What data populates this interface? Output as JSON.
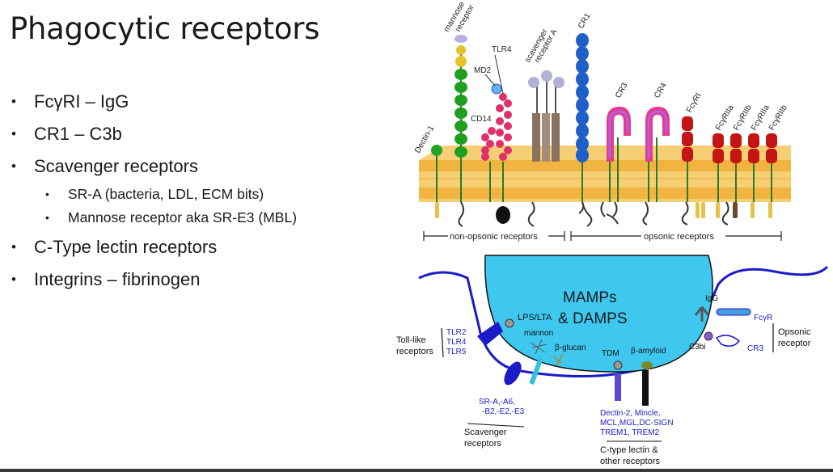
{
  "title": "Phagocytic receptors",
  "bullets": [
    {
      "level": 1,
      "text": "FcγRI – IgG"
    },
    {
      "level": 1,
      "text": "CR1 – C3b"
    },
    {
      "level": 1,
      "text": "Scavenger receptors"
    },
    {
      "level": 2,
      "text": "SR-A (bacteria, LDL, ECM bits)"
    },
    {
      "level": 2,
      "text": "Mannose receptor aka SR-E3 (MBL)"
    },
    {
      "level": 1,
      "text": "C-Type lectin receptors"
    },
    {
      "level": 1,
      "text": "Integrins – fibrinogen"
    }
  ],
  "figure_top": {
    "labels": {
      "mannose": "mannose",
      "mannose_receptor": "receptor",
      "tlr4": "TLR4",
      "scavenger": "scavenger",
      "receptor_a": "receptor A",
      "cr1": "CR1",
      "md2": "MD2",
      "cd14": "CD14",
      "dectin1": "Dectin-1",
      "cr3": "CR3",
      "cr4": "CR4",
      "fcgri": "FcγRI",
      "fcgriia": "FcγRIIa",
      "fcgriib": "FcγRIIb",
      "fcgriia2": "FcγRIIa",
      "fcgriib2": "FcγRIIb"
    },
    "non_opsonic": "non-opsonic receptors",
    "opsonic": "opsonic receptors"
  },
  "figure_bottom": {
    "mamps_line1": "MAMPs",
    "mamps_line2": "& DAMPS",
    "lps": "LPS/LTA",
    "mannon": "mannon",
    "bglucan": "β-glucan",
    "tdm": "TDM",
    "bamyloid": "β-amyloid",
    "igg": "IgG",
    "fcgr": "FcγR",
    "c3bi": "C3bi",
    "cr3": "CR3",
    "opsonic1": "Opsonic",
    "opsonic2": "receptor",
    "tolllike1": "Toll-like",
    "tolllike2": "receptors",
    "tlr2": "TLR2",
    "tlr4": "TLR4",
    "tlr5": "TLR5",
    "sra1": "SR-A,-A6,",
    "sra2": "-B2,-E2,-E3",
    "scav1": "Scavenger",
    "scav2": "receptors",
    "dectin2a": "Dectin-2, Mincle,",
    "dectin2b": "MCL,MGL,DC-SIGN",
    "dectin2c": "TREM1, TREM2",
    "ctype1": "C-type lectin &",
    "ctype2": "other receptors"
  },
  "colors": {
    "membrane": "#f2b441",
    "mannose_receptor": "#1f9e1f",
    "tlr4": "#e0306a",
    "cr1": "#1f5fc8",
    "cr3": "#e63b8c",
    "fc_receptor": "#c41414",
    "bottom_bowl": "#3ec8f0",
    "bottom_line": "#1b1bc8"
  }
}
